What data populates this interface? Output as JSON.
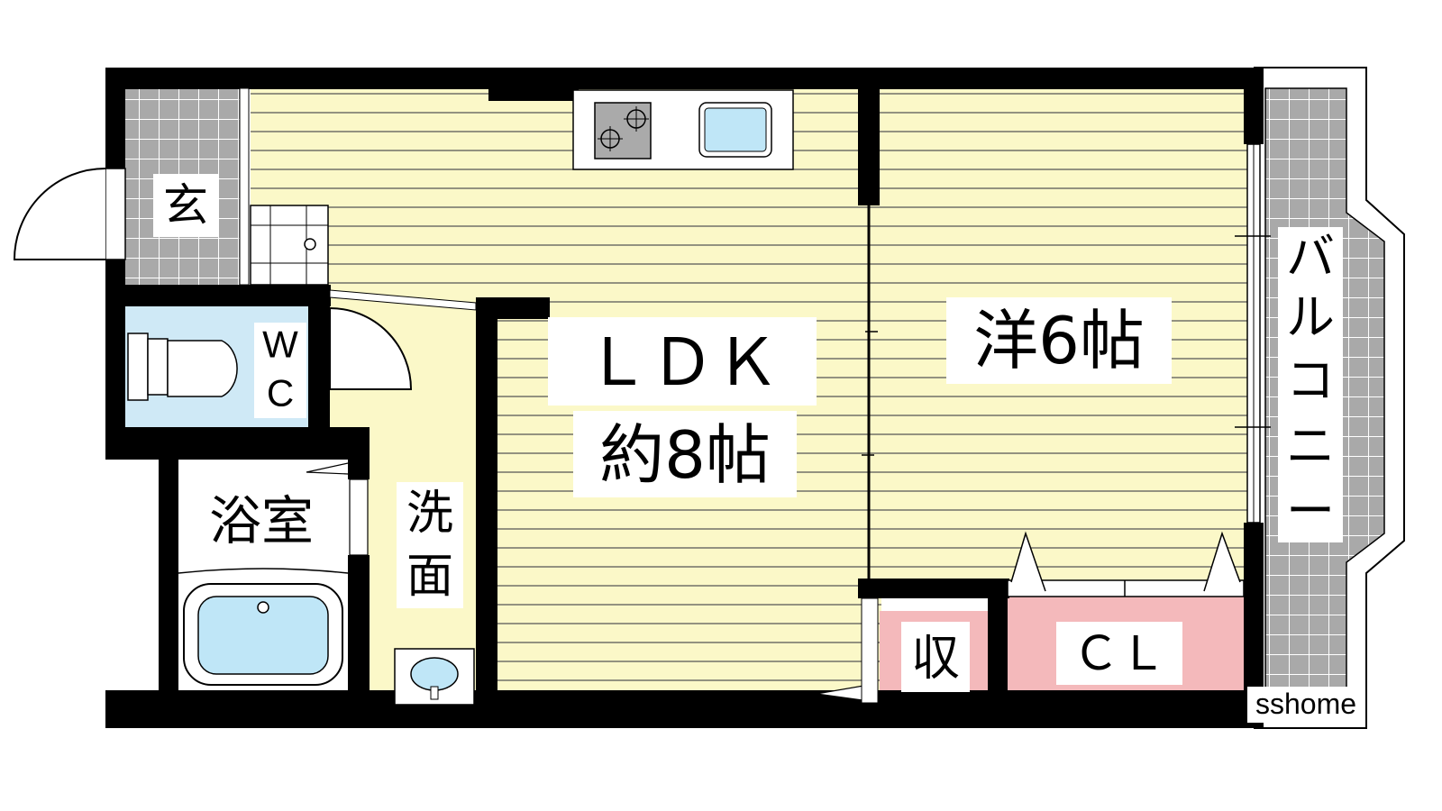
{
  "rooms": {
    "entrance": "玄",
    "wc_line1": "W",
    "wc_line2": "C",
    "bath": "浴室",
    "washroom_line1": "洗",
    "washroom_line2": "面",
    "ldk_line1": "ＬＤＫ",
    "ldk_line2": "約8帖",
    "western_room": "洋6帖",
    "storage": "収",
    "closet": "ＣＬ",
    "balcony": [
      "バ",
      "ル",
      "コ",
      "ニ",
      "ー"
    ]
  },
  "watermark": "sshome",
  "colors": {
    "wall": "#000000",
    "floor_wood": "#fbf8c8",
    "floor_line": "#555555",
    "tile": "#a9a9a9",
    "wet_area": "#cfe9f6",
    "water": "#bfe6f7",
    "closet": "#f4b9bb",
    "washroom": "#fbf8c8"
  },
  "icons": [
    "stove-icon",
    "kitchen-sink-icon",
    "toilet-icon",
    "bathtub-icon",
    "wash-basin-icon",
    "washing-machine-pan-icon",
    "door-swing-icon"
  ]
}
